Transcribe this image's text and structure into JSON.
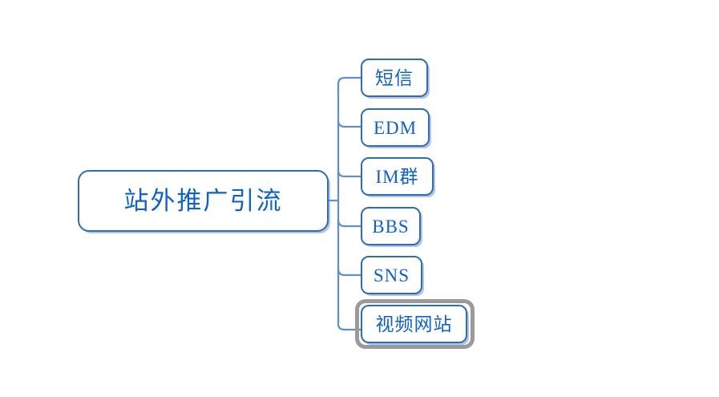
{
  "diagram": {
    "type": "mind-map",
    "orientation": "horizontal-right",
    "background_color": "#ffffff",
    "node_border_color": "#2f6cb5",
    "node_text_color": "#1062c4",
    "connector_color": "#5f8fd0",
    "selection_color": "#9a9a9a",
    "root": {
      "label": "站外推广引流"
    },
    "children": [
      {
        "label": "短信",
        "selected": false
      },
      {
        "label": "EDM",
        "selected": false
      },
      {
        "label": "IM群",
        "selected": false
      },
      {
        "label": "BBS",
        "selected": false
      },
      {
        "label": "SNS",
        "selected": false
      },
      {
        "label": "视频网站",
        "selected": true
      }
    ]
  }
}
